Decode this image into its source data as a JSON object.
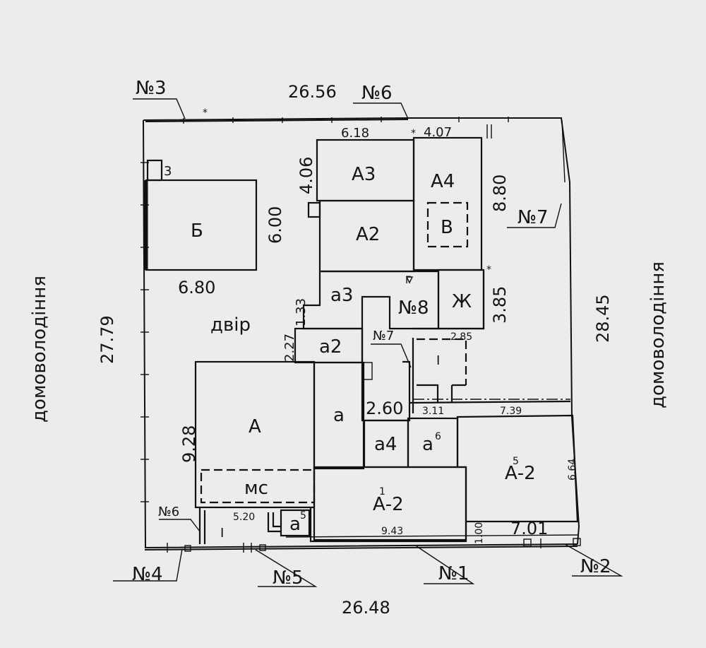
{
  "labels": {
    "n3": "№3",
    "n6_top": "№6",
    "n6_left": "№6",
    "n7_right": "№7",
    "n7_inner": "№7",
    "n8": "№8",
    "n4": "№4",
    "n5": "№5",
    "n1": "№1",
    "n2": "№2",
    "yard": "двір",
    "neighbor_left": "домоволодіння",
    "neighbor_right": "домоволодіння"
  },
  "dimensions": {
    "top": "26.56",
    "bottom": "26.48",
    "left": "27.79",
    "right": "28.45",
    "b_width": "6.80",
    "b_height": "6.00",
    "d618": "6.18",
    "d407": "4.07",
    "d406": "4.06",
    "d880": "8.80",
    "d385": "3.85",
    "d227": "2.27",
    "d133": "1.33",
    "d928": "9.28",
    "d260": "2.60",
    "d311": "3.11",
    "d739": "7.39",
    "d285": "2.85",
    "d520": "5.20",
    "d943": "9.43",
    "d664": "6.64",
    "d100": "1.00",
    "d701": "7.01"
  },
  "rooms": {
    "b": "Б",
    "a3": "А3",
    "a4": "А4",
    "a2": "А2",
    "v": "В",
    "shed3": "3",
    "sa3": "а3",
    "sa2": "а2",
    "a": "А",
    "sa": "а",
    "ms": "мс",
    "sa4": "а4",
    "sa6": "а",
    "sa6_sup": "6",
    "zh": "Ж",
    "g": "Г",
    "latrine": "I",
    "latrine2": "I",
    "a1": "А-2",
    "a1_sup": "1",
    "a5": "А-2",
    "a5_sup": "5",
    "sa5": "а",
    "sa5_sup": "5"
  }
}
